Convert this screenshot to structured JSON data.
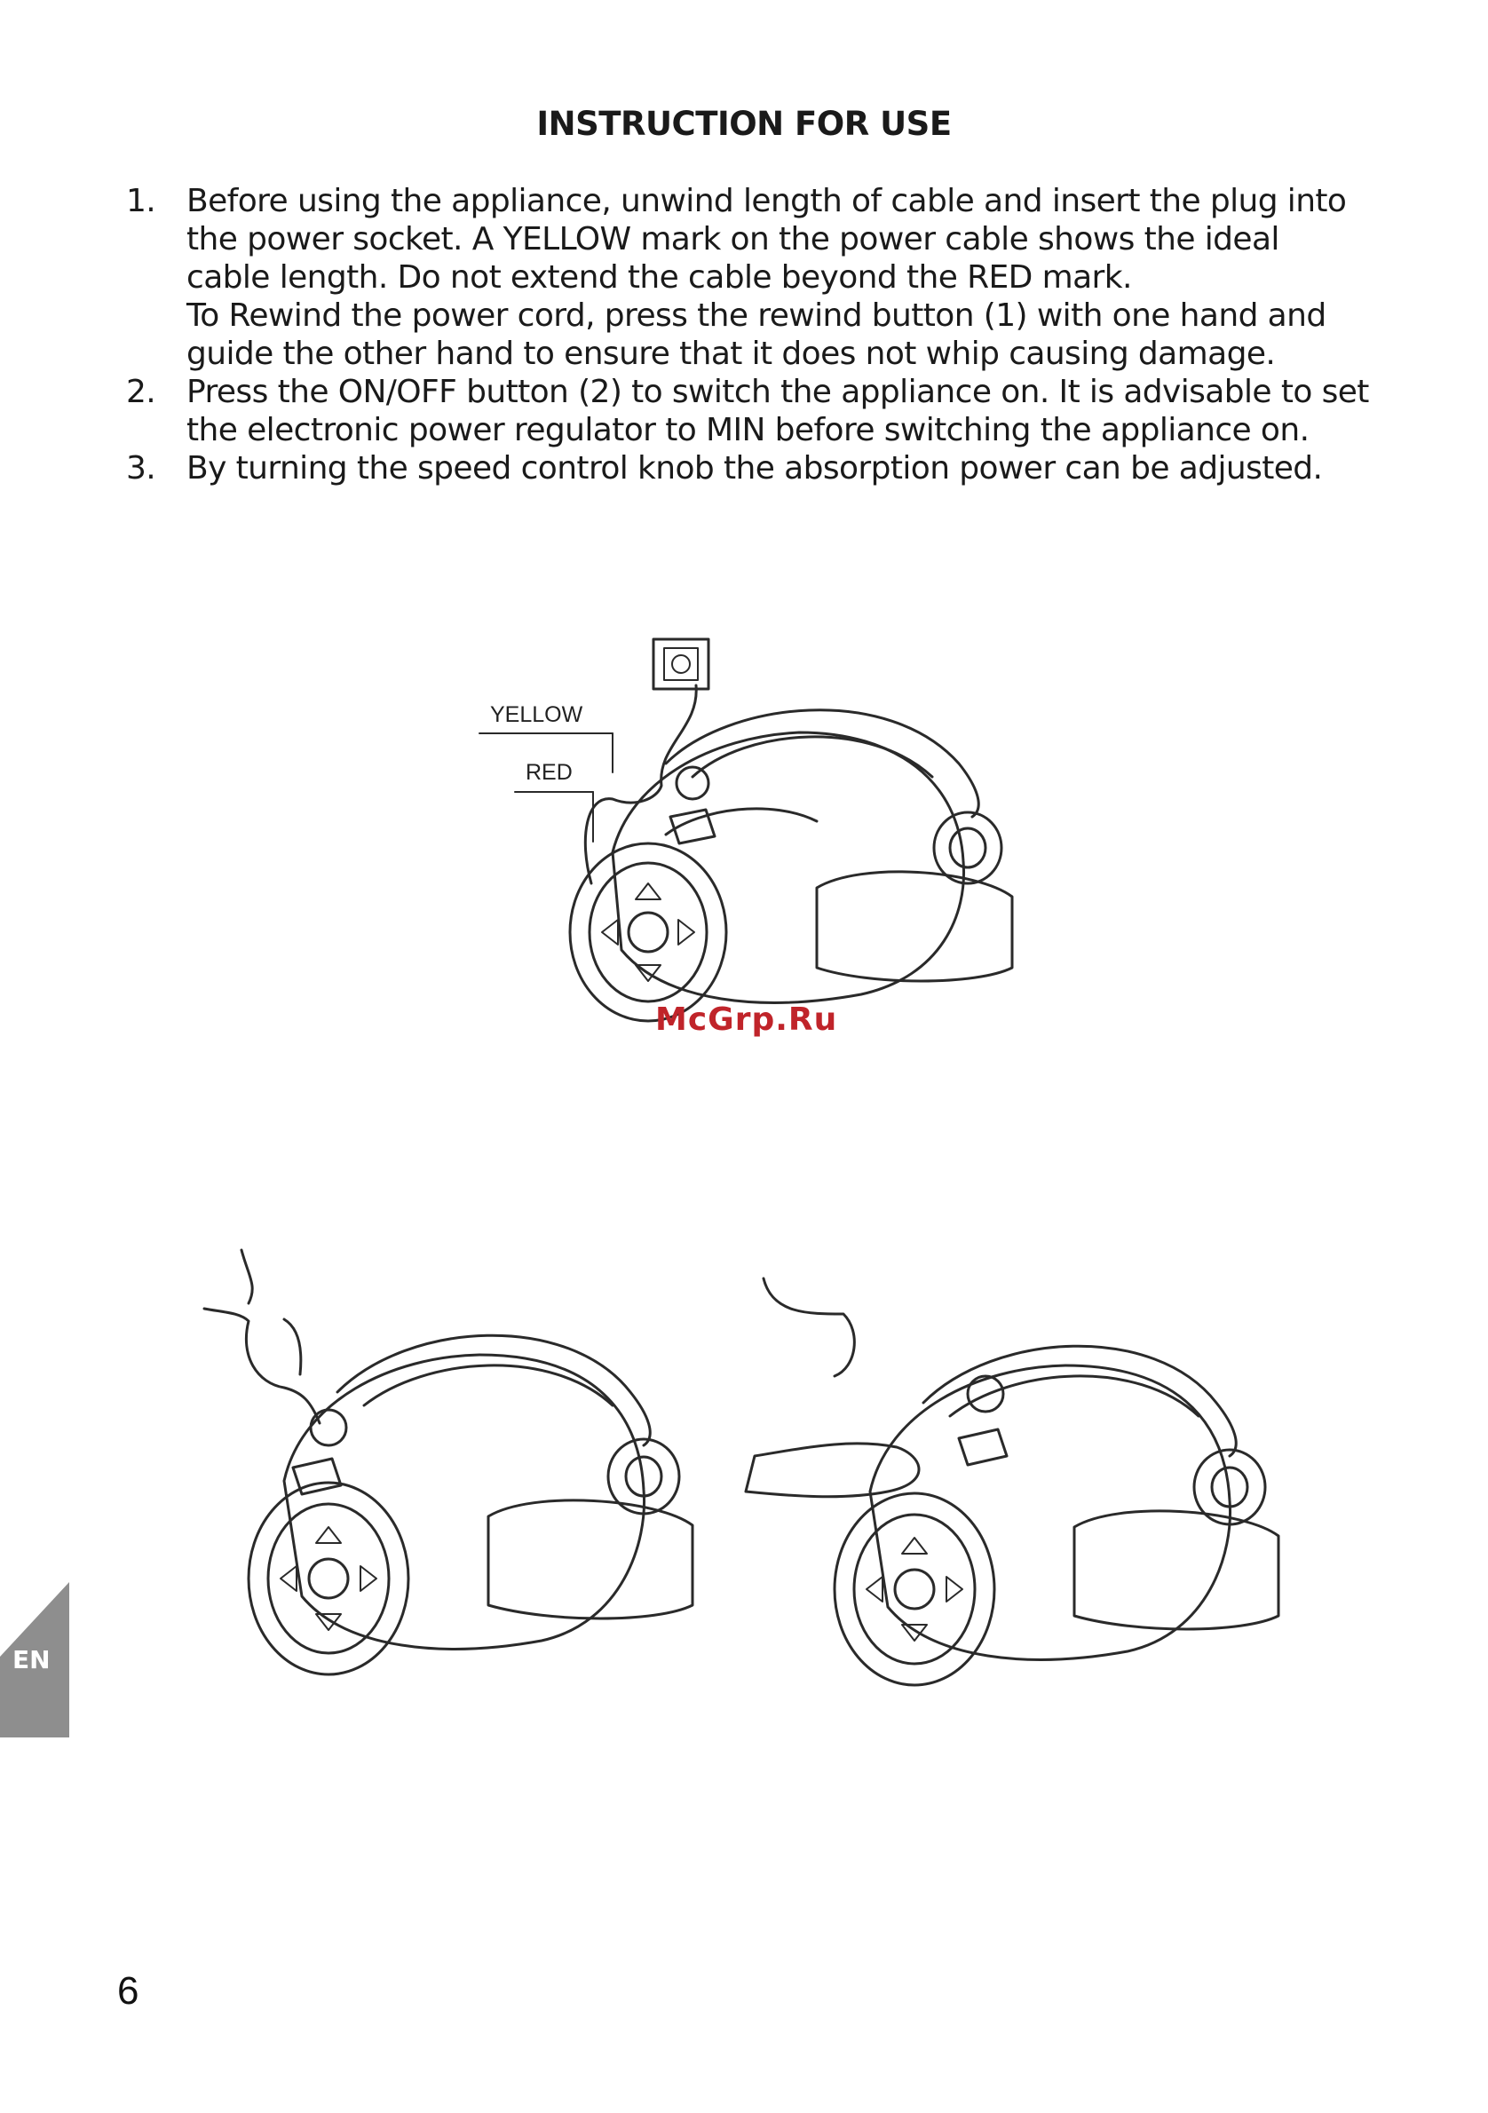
{
  "title": "INSTRUCTION FOR USE",
  "instructions": [
    {
      "number": "1.",
      "paragraphs": [
        "Before using the appliance, unwind length of cable and insert the plug into the power socket. A YELLOW mark on the power cable shows the ideal cable length. Do not extend the cable beyond the RED mark.",
        "To Rewind the power cord, press the rewind button (1) with one hand and guide the other hand to ensure that it does not whip causing damage."
      ]
    },
    {
      "number": "2.",
      "paragraphs": [
        "Press the ON/OFF button (2) to switch the appliance on. It is advisable to set the electronic power regulator to MIN before switching the appliance on."
      ]
    },
    {
      "number": "3.",
      "paragraphs": [
        "By turning the speed control knob the absorption power can be adjusted."
      ]
    }
  ],
  "figure_labels": {
    "yellow": "YELLOW",
    "red": "RED"
  },
  "watermark": "McGrp.Ru",
  "language_tab": "EN",
  "page_number": "6",
  "colors": {
    "watermark": "#c0242a",
    "tab": "#8e8e8e",
    "line": "#2a2a2a"
  }
}
